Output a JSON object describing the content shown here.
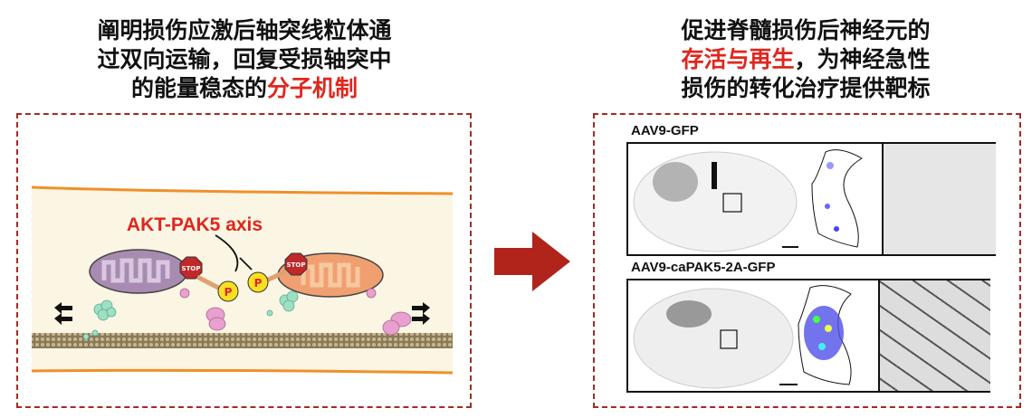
{
  "left_title": {
    "line1": "阐明损伤应激后轴突线粒体通",
    "line2": "过双向运输，回复受损轴突中",
    "line3_prefix": "的能量稳态的",
    "line3_highlight": "分子机制"
  },
  "right_title": {
    "line1": "促进脊髓损伤后神经元的",
    "line2_highlight": "存活与再生",
    "line2_suffix": "，为神经急性",
    "line3": "损伤的转化治疗提供靶标"
  },
  "diagram": {
    "axis_label": "AKT-PAK5 axis",
    "stop_label": "STOP",
    "phospho_label": "P"
  },
  "panels": [
    {
      "label": "AAV9-GFP"
    },
    {
      "label": "AAV9-caPAK5-2A-GFP"
    }
  ],
  "colors": {
    "highlight": "#e0261d",
    "frame": "#a52a22",
    "arrow": "#b0241c",
    "axon_border": "#f0902a"
  }
}
